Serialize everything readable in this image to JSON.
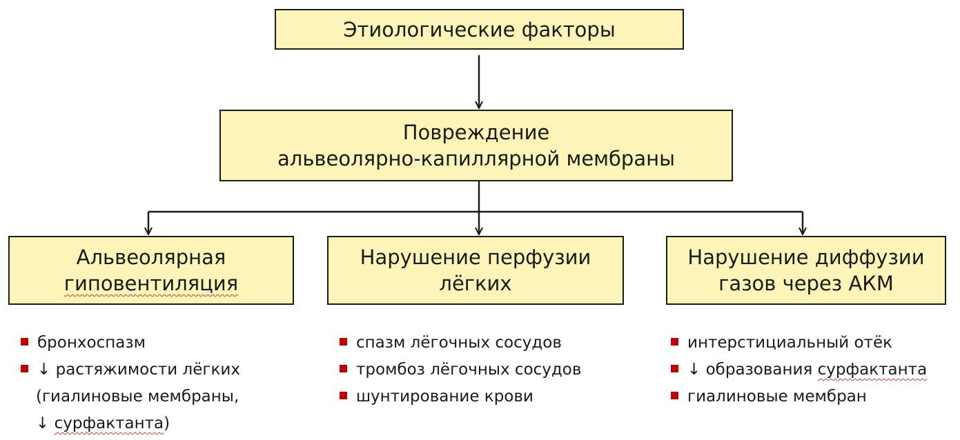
{
  "diagram": {
    "root": {
      "label": "Этиологические факторы"
    },
    "damage": {
      "line1": "Повреждение",
      "line2": "альвеолярно-капиллярной мембраны"
    },
    "branches": [
      {
        "title_line1": "Альвеолярная",
        "title_line2": "гиповентиляция",
        "items": [
          {
            "text": "бронхоспазм"
          },
          {
            "arrow": "↓",
            "text": "растяжимости лёгких",
            "cont1": "(гиалиновые мембраны,",
            "cont2_arrow": "↓",
            "cont2_word": "сурфактанта",
            "cont2_tail": ")"
          }
        ]
      },
      {
        "title_line1": "Нарушение перфузии",
        "title_line2": "лёгких",
        "items": [
          {
            "text": "спазм лёгочных сосудов"
          },
          {
            "text": "тромбоз лёгочных сосудов"
          },
          {
            "text": "шунтирование крови"
          }
        ]
      },
      {
        "title_line1": "Нарушение диффузии",
        "title_line2": "газов через АКМ",
        "items": [
          {
            "text": "интерстициальный отёк"
          },
          {
            "arrow": "↓",
            "text_pre": "образования",
            "text_word": "сурфактанта"
          },
          {
            "text": "гиалиновые мембран"
          }
        ]
      }
    ]
  },
  "colors": {
    "box_fill": "#fdf5b8",
    "bullet": "#c00000",
    "line": "#1a1a1a"
  }
}
